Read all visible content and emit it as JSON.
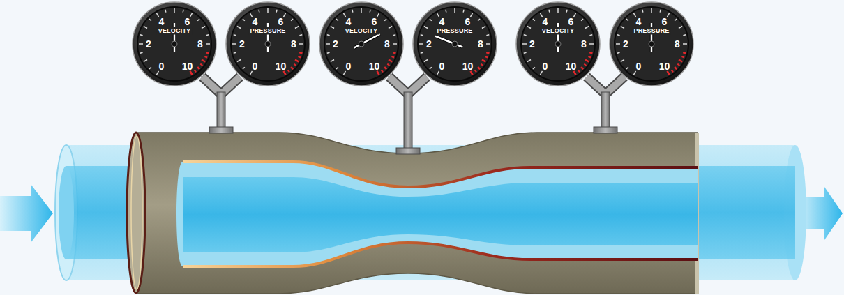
{
  "diagram": {
    "nodes": [
      {
        "text": [
          "VELOCITY",
          "0",
          "2",
          "4",
          "6",
          "8",
          "10"
        ]
      },
      {
        "text": [
          "PRESSURE",
          "0",
          "2",
          "4",
          "6",
          "8",
          "10"
        ]
      },
      {
        "text": [
          "VELOCITY",
          "0",
          "2",
          "4",
          "6",
          "8",
          "10"
        ]
      },
      {
        "text": [
          "PRESSURE",
          "0",
          "2",
          "4",
          "6",
          "8",
          "10"
        ]
      },
      {
        "text": [
          "VELOCITY",
          "0",
          "2",
          "4",
          "6",
          "8",
          "10"
        ]
      },
      {
        "text": [
          "PRESSURE",
          "0",
          "2",
          "4",
          "6",
          "8",
          "10"
        ]
      }
    ]
  }
}
